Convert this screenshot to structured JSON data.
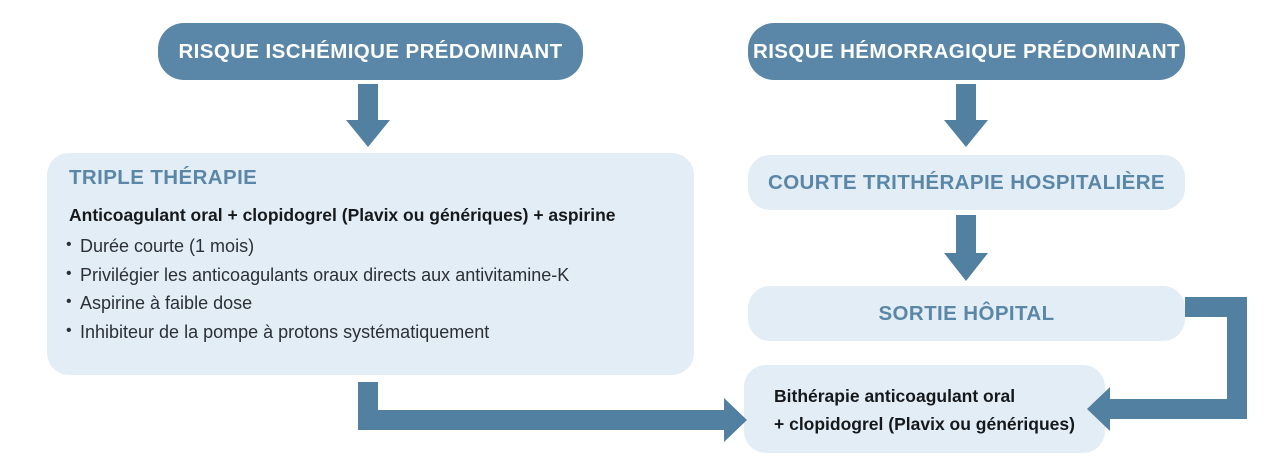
{
  "diagram": {
    "title_left": "RISQUE ISCHÉMIQUE PRÉDOMINANT",
    "title_right": "RISQUE HÉMORRAGIQUE PRÉDOMINANT",
    "left_panel": {
      "heading": "TRIPLE THÉRAPIE",
      "lead": "Anticoagulant oral + clopidogrel (Plavix ou génériques) + aspirine",
      "bullets": [
        "Durée courte (1 mois)",
        "Privilégier les anticoagulants oraux directs aux antivitamine-K",
        "Aspirine à faible dose",
        "Inhibiteur de la pompe à protons systématiquement"
      ]
    },
    "right_column": {
      "step1": "COURTE TRITHÉRAPIE HOSPITALIÈRE",
      "step2": "SORTIE HÔPITAL",
      "outcome": "Bithérapie anticoagulant oral\n+ clopidogrel (Plavix ou génériques)"
    },
    "colors": {
      "header_fill": "#5a87a7",
      "header_text": "#ffffff",
      "panel_fill": "#e3edf5",
      "accent_text": "#5a87a7",
      "body_text": "#16191c",
      "connector": "#5180a0"
    }
  }
}
